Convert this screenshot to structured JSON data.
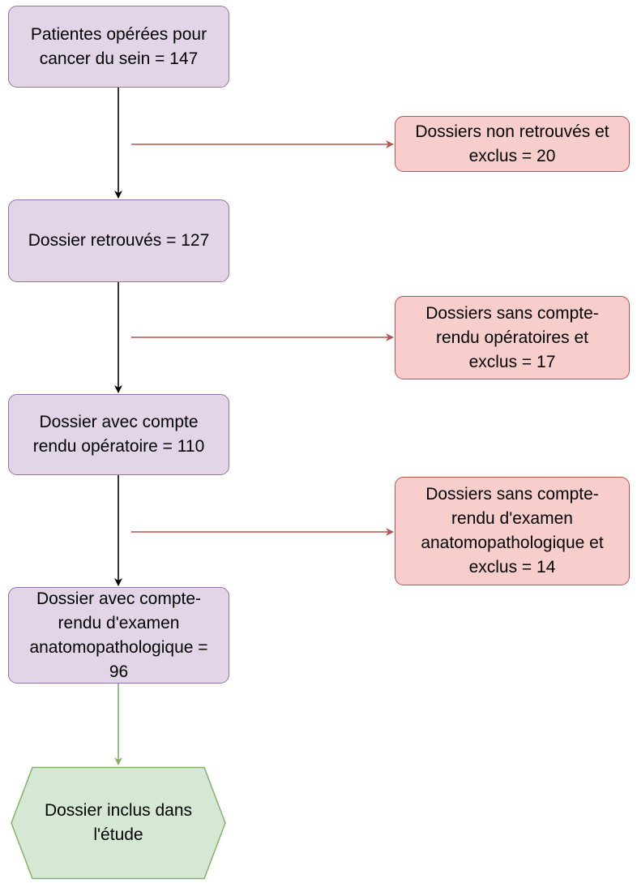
{
  "flow": {
    "step1": "Patientes opérées pour\ncancer du sein = 147",
    "step2": "Dossier retrouvés = 127",
    "step3": "Dossier avec compte\nrendu opératoire = 110",
    "step4": "Dossier avec compte-\nrendu d'examen\nanatomopathologique =\n96",
    "final": "Dossier inclus dans\nl'étude"
  },
  "exclusions": {
    "excl1": "Dossiers non retrouvés et\nexclus = 20",
    "excl2": "Dossiers sans compte-\nrendu opératoires et\nexclus = 17",
    "excl3": "Dossiers sans compte-\nrendu d'examen\nanatomopathologique et\nexclus = 14"
  },
  "colors": {
    "main_fill": "#e1d5e7",
    "main_border": "#9673a6",
    "exclusion_fill": "#f8cecc",
    "exclusion_border": "#b85450",
    "final_fill": "#d5e8d4",
    "final_border": "#82b366",
    "main_arrow": "#000000",
    "exclusion_arrow": "#b85450",
    "final_arrow": "#82b366"
  }
}
